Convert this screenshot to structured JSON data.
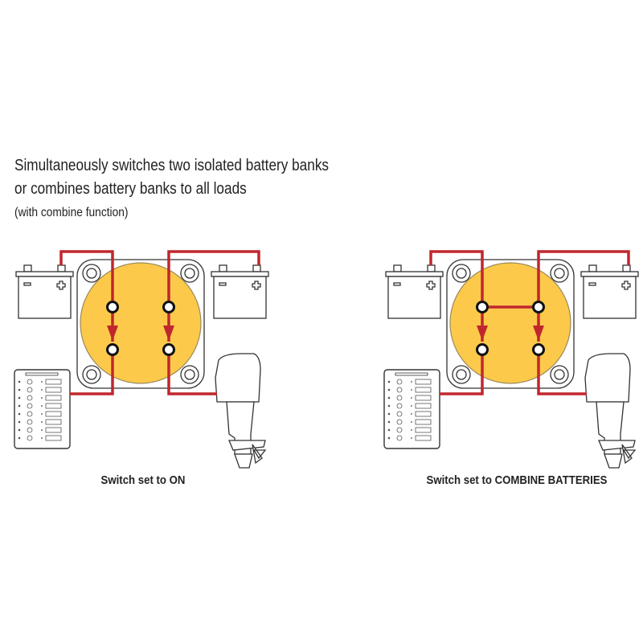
{
  "heading": {
    "line1": "Simultaneously switches two isolated battery banks",
    "line2": "or combines battery banks to all loads",
    "line3": "(with combine function)"
  },
  "diagrams": [
    {
      "caption": "Switch set to ON",
      "combined": false
    },
    {
      "caption": "Switch set to COMBINE BATTERIES",
      "combined": true
    }
  ],
  "colors": {
    "wire": "#c0272d",
    "switch_face": "#fdc94a",
    "outline": "#333333"
  }
}
